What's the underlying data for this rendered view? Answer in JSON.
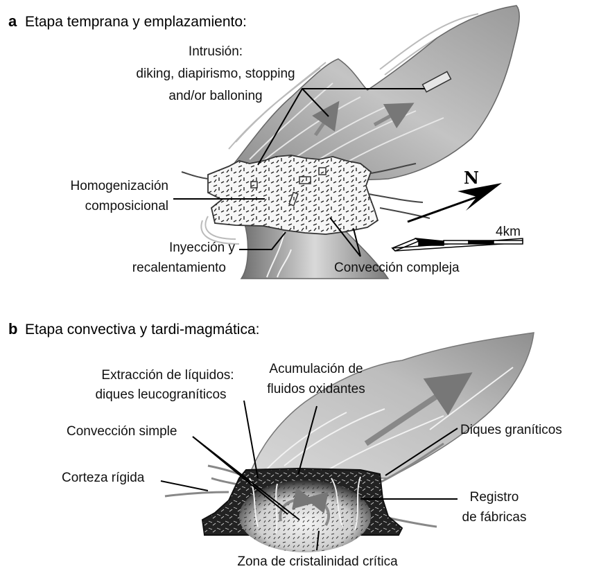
{
  "panel_a": {
    "letter": "a",
    "title": "Etapa temprana y emplazamiento:",
    "intrusion": [
      "Intrusión:",
      "diking, diapirismo, stopping",
      "and/or balloning"
    ],
    "homogenizacion": [
      "Homogenización",
      "composicional"
    ],
    "inyeccion": [
      "Inyección y",
      "recalentamiento"
    ],
    "conveccion_compleja": "Convección compleja",
    "north": "N",
    "scale": "4km"
  },
  "panel_b": {
    "letter": "b",
    "title": "Etapa convectiva y tardi-magmática:",
    "extraccion": [
      "Extracción de líquidos:",
      "diques leucograníticos"
    ],
    "acumulacion": [
      "Acumulación de",
      "fluidos oxidantes"
    ],
    "conveccion_simple": "Convección simple",
    "diques_graniticos": "Diques graníticos",
    "corteza": "Corteza rígida",
    "registro": [
      "Registro",
      "de fábricas"
    ],
    "zona": "Zona de cristalinidad crítica"
  }
}
